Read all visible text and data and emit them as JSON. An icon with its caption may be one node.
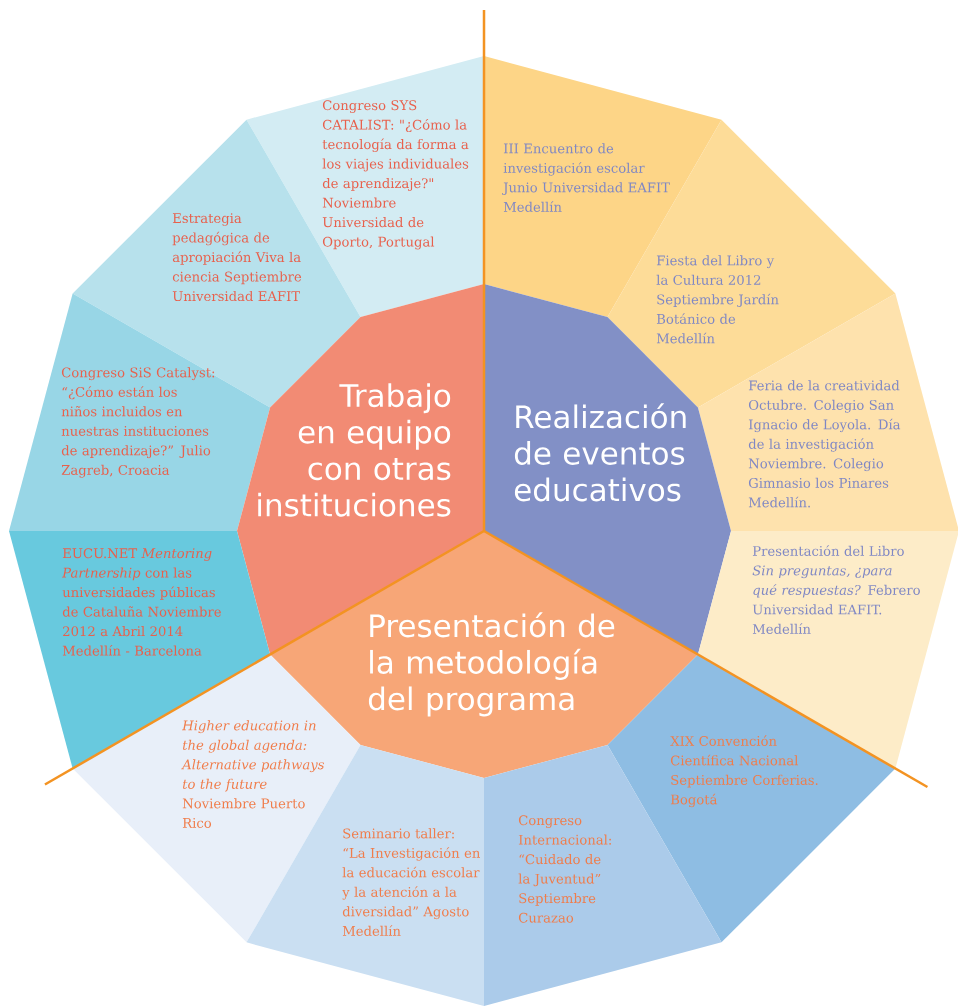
{
  "diagram": {
    "nodes": [
      {
        "text": [
          "Congreso SYS CATALIST: \"¿Cómo la tecnología da forma a los viajes individuales de aprendizaje?\" Noviembre Universidad de Oporto, Portugal"
        ]
      },
      {
        "text": [
          "III Encuentro de investigación escolar Junio Universidad EAFIT Medellín"
        ]
      },
      {
        "text": [
          "Estrategia pedagógica de apropiación Viva la ciencia Septiembre Universidad EAFIT"
        ]
      },
      {
        "text": [
          "Fiesta del Libro y la Cultura 2012 Septiembre Jardín Botánico de Medellín"
        ]
      },
      {
        "text": [
          "Congreso SiS Catalyst: “¿Cómo están los niños incluidos en nuestras instituciones de aprendizaje?” Julio Zagreb, Croacia"
        ]
      },
      {
        "text": [
          "Feria de la creatividad Octubre. Colegio San Ignacio de Loyola. Día de la investigación Noviembre. Colegio Gimnasio los Pinares Medellín."
        ]
      },
      {
        "text": [
          "Trabajo en equipo con otras instituciones"
        ]
      },
      {
        "text": [
          "Realización de eventos educativos"
        ]
      },
      {
        "text": [
          "EUCU.NET *Mentoring Partnership* con las universidades públicas de Cataluña Noviembre 2012 a Abril 2014 Medellín - Barcelona"
        ]
      },
      {
        "text": [
          "Presentación del Libro *Sin preguntas, ¿para qué respuestas?* Febrero Universidad EAFIT. Medellín"
        ]
      },
      {
        "text": [
          "Presentación de la metodología del programa"
        ]
      },
      {
        "text": [
          "*Higher education in the global agenda: Alternative pathways to the future* Noviembre Puerto Rico"
        ]
      },
      {
        "text": [
          "XIX Convención Científica Nacional Septiembre Corferias. Bogotá"
        ]
      },
      {
        "text": [
          "Seminario taller: “La Investigación en la educación escolar y la atención a la diversidad” Agosto Medellín"
        ]
      },
      {
        "text": [
          "Congreso Internacional: “Cuidado de la Juventud” Septiembre Curazao"
        ]
      }
    ]
  }
}
